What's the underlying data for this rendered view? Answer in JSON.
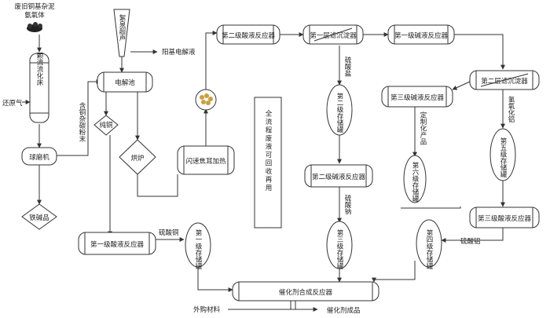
{
  "diagram": {
    "input_top": "废旧铜基杂泥",
    "input_top2": "氨氧体",
    "reducing_gas": "还原气",
    "fluid_bed": "颗流流化床",
    "ball_mill": "球磨机",
    "iron_slag": "铁碱品",
    "cu_fine_powder": "含铜杂碳粉末",
    "electrolytic_cell": "电解池",
    "cathode_deposit": "絮泉超声",
    "anode_mud": "阳基电解液",
    "pure_copper": "纯铜",
    "dryer": "烘炉",
    "flash_dryer": "闪速焦耳加热",
    "first_acid_reactor": "第一级酸液反应器",
    "copper_sulfate": "硫酸铜",
    "storage_tank_1": "第一级存储罐",
    "second_acid_reactor": "第二级酸液反应器",
    "first_layer_settler": "第一层滤沉淀器",
    "sulfate_salt": "硫酸盐",
    "storage_tank_2": "第二级存储罐",
    "second_alkali_reactor": "第二级碱液反应器",
    "sodium_sulfate": "硫酸钠",
    "storage_tank_3": "第三级存储罐",
    "first_alkali_reactor": "第一级碱液反应器",
    "second_layer_settler": "第二层滤沉淀器",
    "third_alkali_reactor": "第三级碱液反应器",
    "custom_product": "定制化产品",
    "storage_tank_6": "第六级存储罐",
    "aluminium_hydroxide": "氢氧化铝",
    "storage_tank_5": "第五级存储罐",
    "third_acid_reactor": "第三级酸液反应器",
    "aluminium_sulfate": "硫酸铝",
    "storage_tank_4": "第四级存储罐",
    "catalyst_reactor": "催化剂合成反应器",
    "purchased_material": "外购材料",
    "catalyst_product": "催化剂成品",
    "note": "全流程废液可回收再用"
  }
}
